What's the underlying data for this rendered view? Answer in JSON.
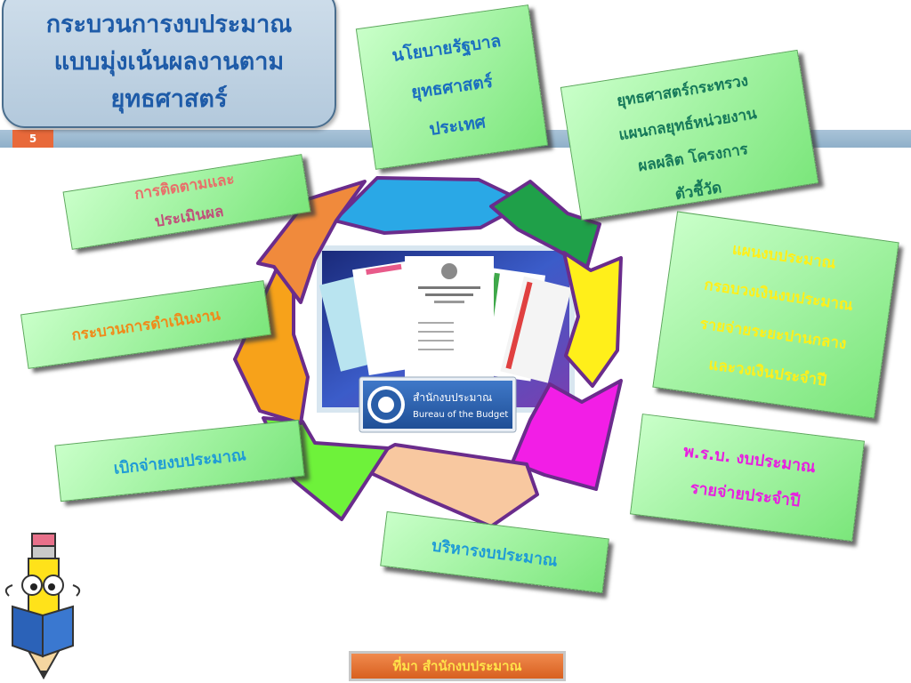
{
  "slide": {
    "page_number": "5",
    "title_lines": [
      "กระบวนการงบประมาณ",
      "แบบมุ่งเน้นผลงานตาม",
      "ยุทธศาสตร์"
    ]
  },
  "cards": {
    "national_policy": [
      "นโยบายรัฐบาล",
      "ยุทธศาสตร์",
      "ประเทศ"
    ],
    "ministry_strategy": [
      "ยุทธศาสตร์กระทรวง",
      "แผนกลยุทธ์หน่วยงาน",
      "ผลผลิต โครงการ",
      "ตัวชี้วัด"
    ],
    "budget_plan": [
      "แผนงบประมาณ",
      "กรอบวงเงินงบประมาณ",
      "รายจ่ายระยะปานกลาง",
      "และวงเงินประจำปี"
    ],
    "budget_act": [
      "พ.ร.บ. งบประมาณ",
      "รายจ่ายประจำปี"
    ],
    "budget_admin": [
      "บริหารงบประมาณ"
    ],
    "disbursement": [
      "เบิกจ่ายงบประมาณ"
    ],
    "operation": [
      "กระบวนการดำเนินงาน"
    ],
    "monitoring": [
      "การติดตามและ",
      "ประเมินผล"
    ]
  },
  "center": {
    "org_name_th": "สำนักงบประมาณ",
    "org_name_en": "Bureau of the Budget"
  },
  "footer": {
    "text": "ที่มา สำนักงบประมาณ"
  },
  "colors": {
    "title_text": "#1e5ba8",
    "card_fill": "#8ef08e",
    "band": "#9fbbd2",
    "accent_orange": "#e8693a",
    "arrow_outline": "#6a2c8c"
  }
}
